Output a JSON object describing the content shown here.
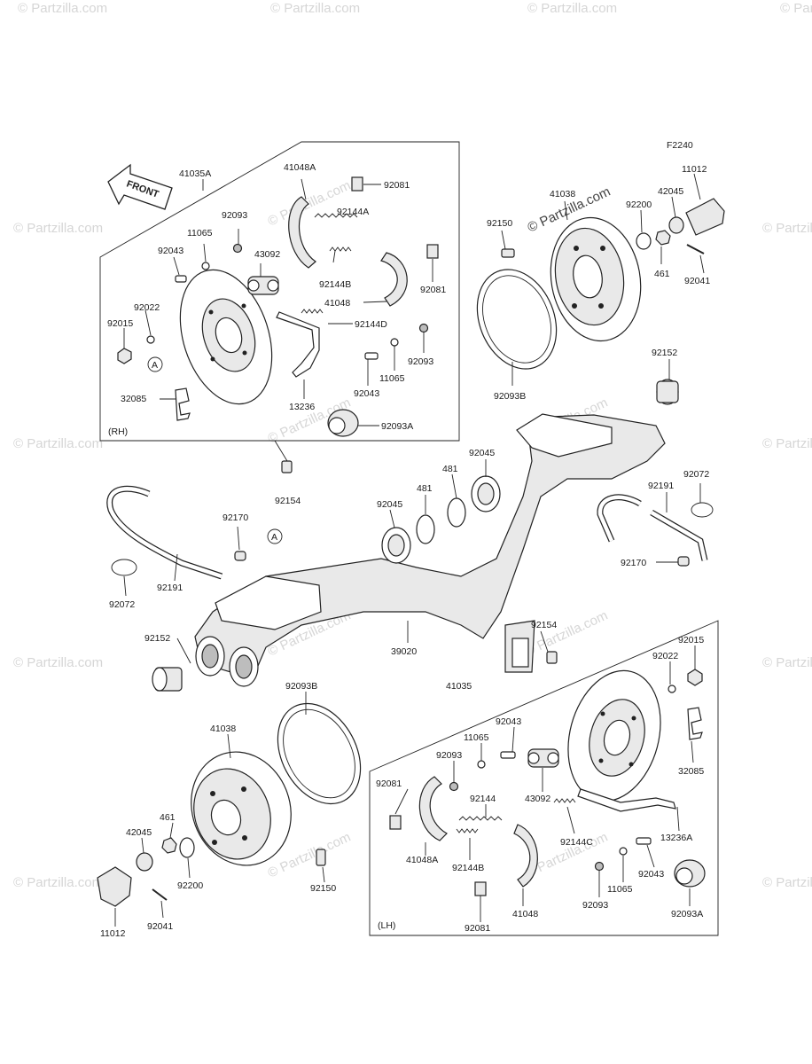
{
  "figure_code": "F2240",
  "watermark": "© Partzilla.com",
  "front_label": "FRONT",
  "ref_marker": "A",
  "section_rh": "(RH)",
  "section_lh": "(LH)",
  "labels": {
    "p41035A": "41035A",
    "p41048A_rh": "41048A",
    "p92081_rh_top": "92081",
    "p92093_rh_a": "92093",
    "p92144A": "92144A",
    "p11065_rh_a": "11065",
    "p92043_rh_a": "92043",
    "p43092_rh": "43092",
    "p92144B_rh": "92144B",
    "p92081_rh_b": "92081",
    "p92022_rh": "92022",
    "p41048_rh": "41048",
    "p92144D": "92144D",
    "p92015_rh": "92015",
    "p92093_rh_b": "92093",
    "p11065_rh_b": "11065",
    "p92043_rh_b": "92043",
    "p32085_rh": "32085",
    "p13236": "13236",
    "p92093A_rh": "92093A",
    "p92154_rh": "92154",
    "p92150_rh": "92150",
    "p41038_rh": "41038",
    "p92200_rh": "92200",
    "p42045_rh": "42045",
    "p11012_rh": "11012",
    "p461_rh": "461",
    "p92041_rh": "92041",
    "p92093B_rh": "92093B",
    "p92152_rh": "92152",
    "p92045_top": "92045",
    "p481_top": "481",
    "p92045_mid": "92045",
    "p481_mid": "481",
    "p92072_right": "92072",
    "p92191_right": "92191",
    "p92170_left": "92170",
    "p92191_left": "92191",
    "p92072_left": "92072",
    "p92170_right": "92170",
    "p92152_left": "92152",
    "p39020": "39020",
    "p92154_lh": "92154",
    "p92015_lh": "92015",
    "p92022_lh": "92022",
    "p92093B_lh": "92093B",
    "p41035": "41035",
    "p41038_lh": "41038",
    "p92043_lh_a": "92043",
    "p11065_lh_a": "11065",
    "p92093_lh_a": "92093",
    "p32085_lh": "32085",
    "p92081_lh_a": "92081",
    "p43092_lh": "43092",
    "p92144": "92144",
    "p13236A": "13236A",
    "p92144C": "92144C",
    "p461_lh": "461",
    "p42045_lh": "42045",
    "p41048A_lh": "41048A",
    "p92144B_lh": "92144B",
    "p92043_lh_b": "92043",
    "p11065_lh_b": "11065",
    "p92200_lh": "92200",
    "p92150_lh": "92150",
    "p92093A_lh": "92093A",
    "p41048_lh": "41048",
    "p92093_lh_b": "92093",
    "p11012_lh": "11012",
    "p92041_lh": "92041",
    "p92081_lh_b": "92081"
  }
}
